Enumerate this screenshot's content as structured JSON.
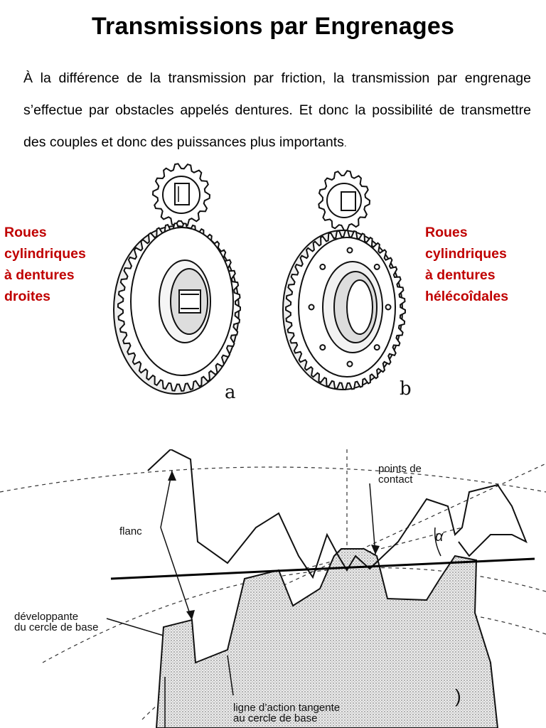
{
  "title": "Transmissions par Engrenages",
  "intro": {
    "line1": "À la différence de la transmission par friction, la transmission par engrenage s’effectue par obstacles appelés dentures. Et donc la possibilité de transmettre des couples et donc des puissances plus importants",
    "end": "."
  },
  "labels": {
    "left": [
      "Roues",
      "cylindriques",
      "à dentures",
      "droites"
    ],
    "right": [
      "Roues",
      "cylindriques",
      "à dentures",
      "hélécoîdales"
    ]
  },
  "figure_letters": {
    "a": "a",
    "b": "b"
  },
  "diagram": {
    "points_line1": "points de",
    "points_line2": "contact",
    "flanc": "flanc",
    "devel_line1": "développante",
    "devel_line2": "du cercle de base",
    "ligne_line1": "ligne d’action tangente",
    "ligne_line2": "au cercle de base",
    "alpha": "α",
    "paren": ")"
  }
}
